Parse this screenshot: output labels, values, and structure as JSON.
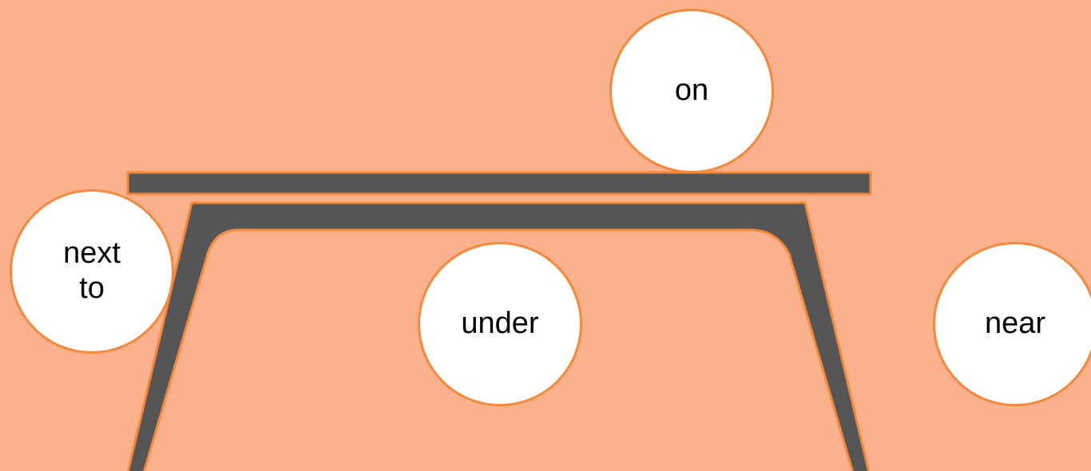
{
  "colors": {
    "background": "#FCB18D",
    "table": "#555555",
    "accent_outline": "#F5883A",
    "bubble_fill": "#FFFFFF",
    "text": "#000000"
  },
  "labels": {
    "on": "on",
    "next_to_line1": "next",
    "next_to_line2": "to",
    "under": "under",
    "near": "near"
  }
}
